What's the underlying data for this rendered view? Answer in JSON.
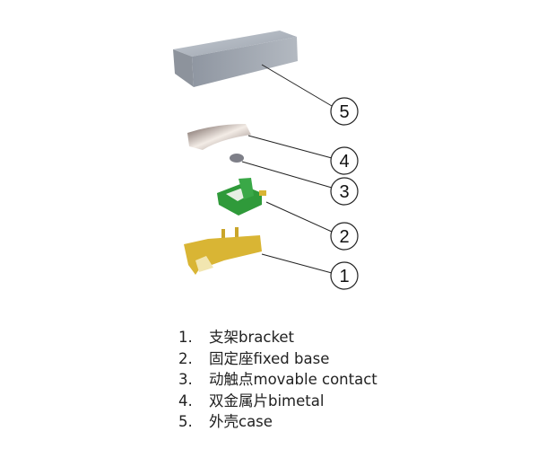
{
  "callouts": [
    "5",
    "4",
    "3",
    "2",
    "1"
  ],
  "legend": [
    {
      "num": "1.",
      "cn": "支架",
      "en": "bracket"
    },
    {
      "num": "2.",
      "cn": "固定座",
      "en": "fixed base"
    },
    {
      "num": "3.",
      "cn": "动触点",
      "en": "movable contact"
    },
    {
      "num": "4.",
      "cn": "双金属片",
      "en": "bimetal"
    },
    {
      "num": "5.",
      "cn": "外壳",
      "en": "case"
    }
  ],
  "colors": {
    "case": "#a9afb8",
    "bimetal": "#9a8a84",
    "contact": "#7e7f88",
    "base": "#2f9a3a",
    "bracket": "#d9b534"
  }
}
